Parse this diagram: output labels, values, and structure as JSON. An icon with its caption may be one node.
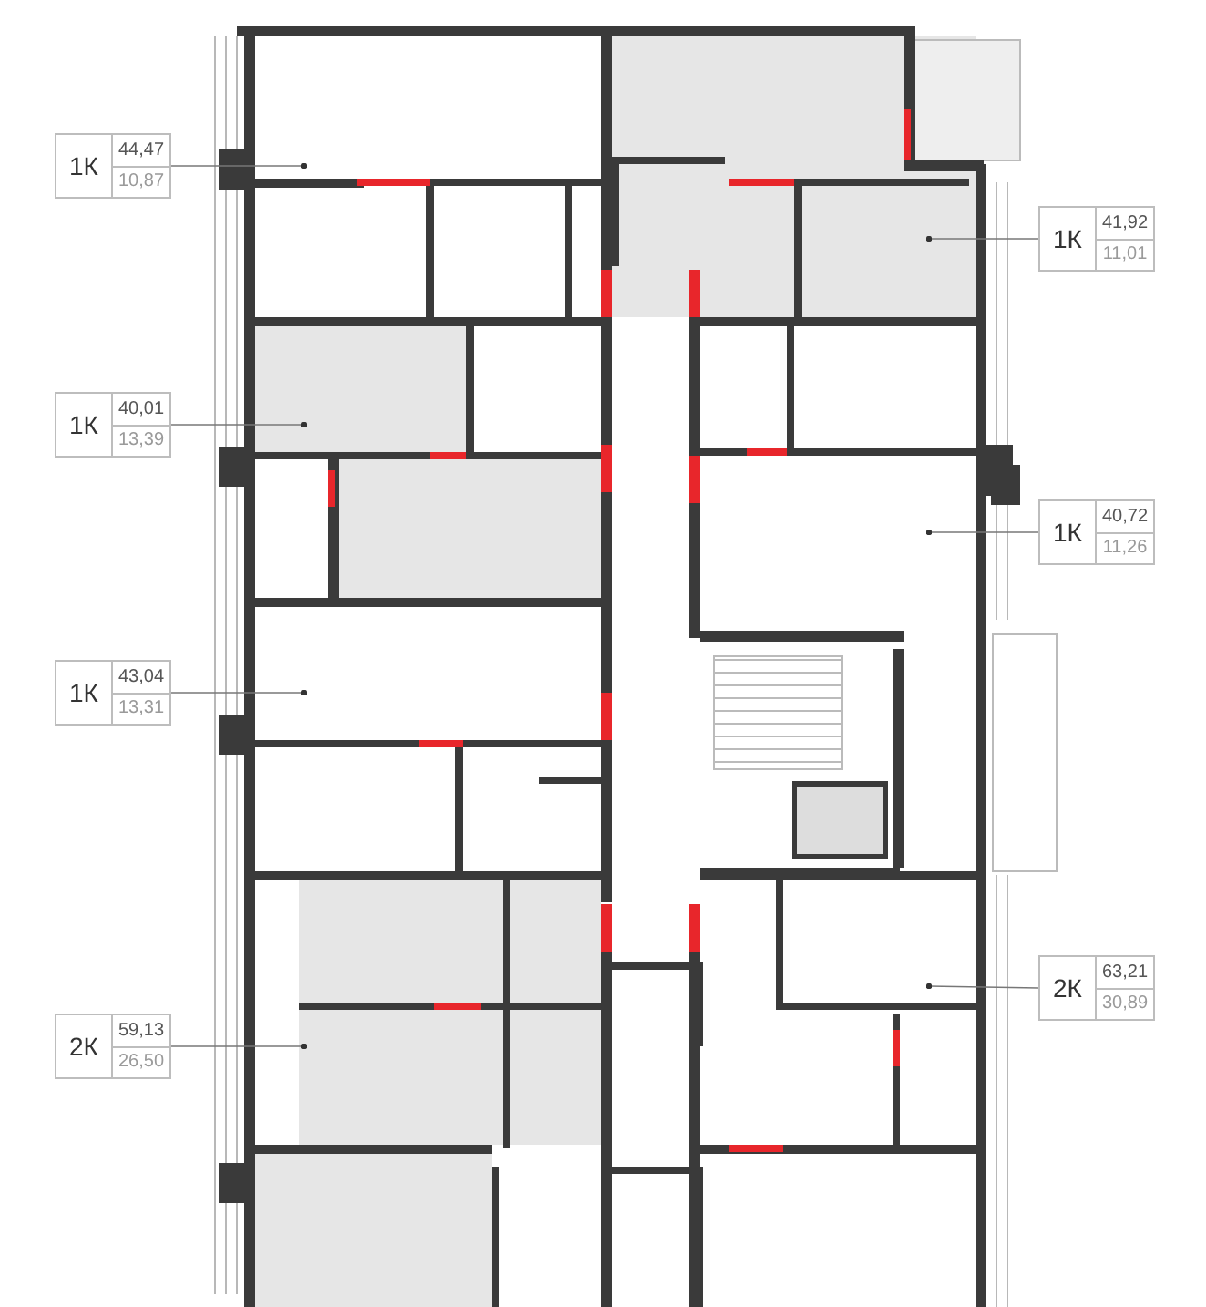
{
  "diagram": {
    "nodes": [
      {
        "text": [
          "1К",
          "44,47",
          "10,87"
        ]
      },
      {
        "text": [
          "1К",
          "41,92",
          "11,01"
        ]
      },
      {
        "text": [
          "1К",
          "40,01",
          "13,39"
        ]
      },
      {
        "text": [
          "1К",
          "40,72",
          "11,26"
        ]
      },
      {
        "text": [
          "1К",
          "43,04",
          "13,31"
        ]
      },
      {
        "text": [
          "2К",
          "63,21",
          "30,89"
        ]
      },
      {
        "text": [
          "2К",
          "59,13",
          "26,50"
        ]
      }
    ],
    "edges": [
      {
        "from": 0,
        "to": null,
        "arrow": "other"
      },
      {
        "from": 1,
        "to": null,
        "arrow": "other"
      },
      {
        "from": 2,
        "to": null,
        "arrow": "other"
      },
      {
        "from": 3,
        "to": null,
        "arrow": "other"
      },
      {
        "from": 4,
        "to": null,
        "arrow": "other"
      },
      {
        "from": 5,
        "to": null,
        "arrow": "other"
      },
      {
        "from": 6,
        "to": null,
        "arrow": "other"
      }
    ]
  }
}
